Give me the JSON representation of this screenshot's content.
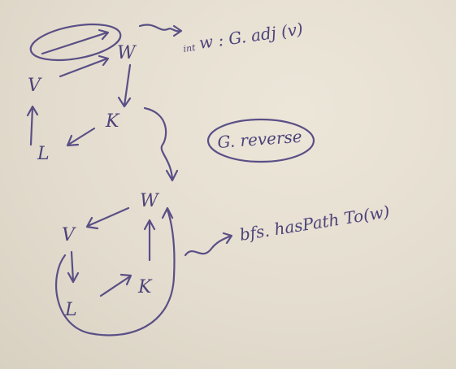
{
  "top_graph": {
    "nodes": {
      "v": "V",
      "w": "W",
      "k": "K",
      "l": "L"
    }
  },
  "bottom_graph": {
    "nodes": {
      "v": "V",
      "w": "W",
      "k": "K",
      "l": "L"
    }
  },
  "notes": {
    "iter_prefix": "int",
    "iter_expr": "w : G. adj (v)",
    "reverse": "G. reverse",
    "haspath": "bfs. hasPath To(w)"
  },
  "ink_color": "#5a4f86",
  "paper_color": "#e7e0d2"
}
